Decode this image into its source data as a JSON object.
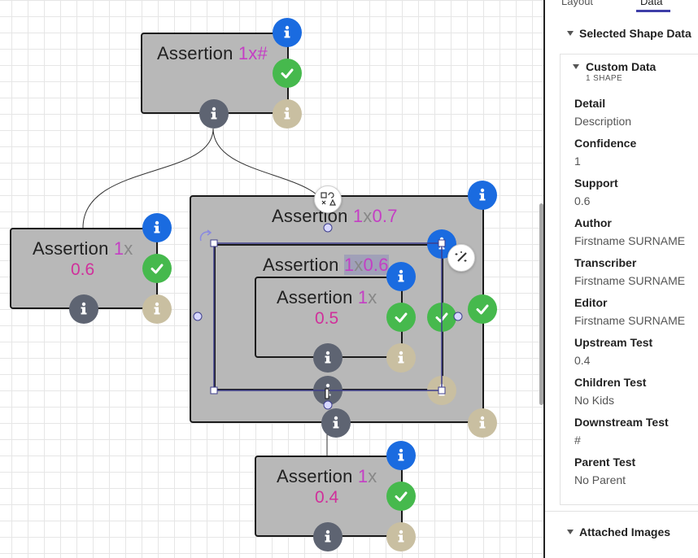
{
  "canvas": {
    "nodes": [
      {
        "id": "n1",
        "title_prefix": "Assertion ",
        "title_mult": "1",
        "title_x": "x",
        "title_suffix": "#",
        "value": ""
      },
      {
        "id": "n2",
        "title_prefix": "Assertion ",
        "title_mult": "1",
        "title_x": "x",
        "title_suffix": "",
        "value": "0.6"
      },
      {
        "id": "n3",
        "title_prefix": "Assertion ",
        "title_mult": "1",
        "title_x": "x",
        "title_suffix": "0.7",
        "value": ""
      },
      {
        "id": "n4",
        "title_prefix": "Assertion ",
        "title_mult": "1",
        "title_x": "x",
        "title_suffix": "0.6",
        "value": ""
      },
      {
        "id": "n5",
        "title_prefix": "Assertion ",
        "title_mult": "1",
        "title_x": "x",
        "title_suffix": "",
        "value": "0.5"
      },
      {
        "id": "n6",
        "title_prefix": "Assertion ",
        "title_mult": "1",
        "title_x": "x",
        "title_suffix": "",
        "value": "0.4"
      }
    ],
    "colors": {
      "info_blue": "#1a6be0",
      "check_green": "#46b94d",
      "info_gray": "#5e6472",
      "info_tan": "#c9bfa1",
      "card_fill": "#b8b8b8",
      "multiplier": "#c43fc4",
      "value": "#d0309b",
      "selection": "#3e3e8c"
    }
  },
  "panel": {
    "tabs": [
      {
        "label": "Layout"
      },
      {
        "label": "Data"
      }
    ],
    "selected_shape_data": "Selected Shape Data",
    "custom_data": "Custom Data",
    "shape_count": "1 SHAPE",
    "fields": [
      {
        "label": "Detail",
        "value": "Description"
      },
      {
        "label": "Confidence",
        "value": "1"
      },
      {
        "label": "Support",
        "value": "0.6"
      },
      {
        "label": "Author",
        "value": "Firstname SURNAME"
      },
      {
        "label": "Transcriber",
        "value": "Firstname SURNAME"
      },
      {
        "label": "Editor",
        "value": "Firstname SURNAME"
      },
      {
        "label": "Upstream Test",
        "value": "0.4"
      },
      {
        "label": "Children Test",
        "value": "No Kids"
      },
      {
        "label": "Downstream Test",
        "value": "#"
      },
      {
        "label": "Parent Test",
        "value": "No Parent"
      }
    ],
    "attached_images": "Attached Images"
  }
}
